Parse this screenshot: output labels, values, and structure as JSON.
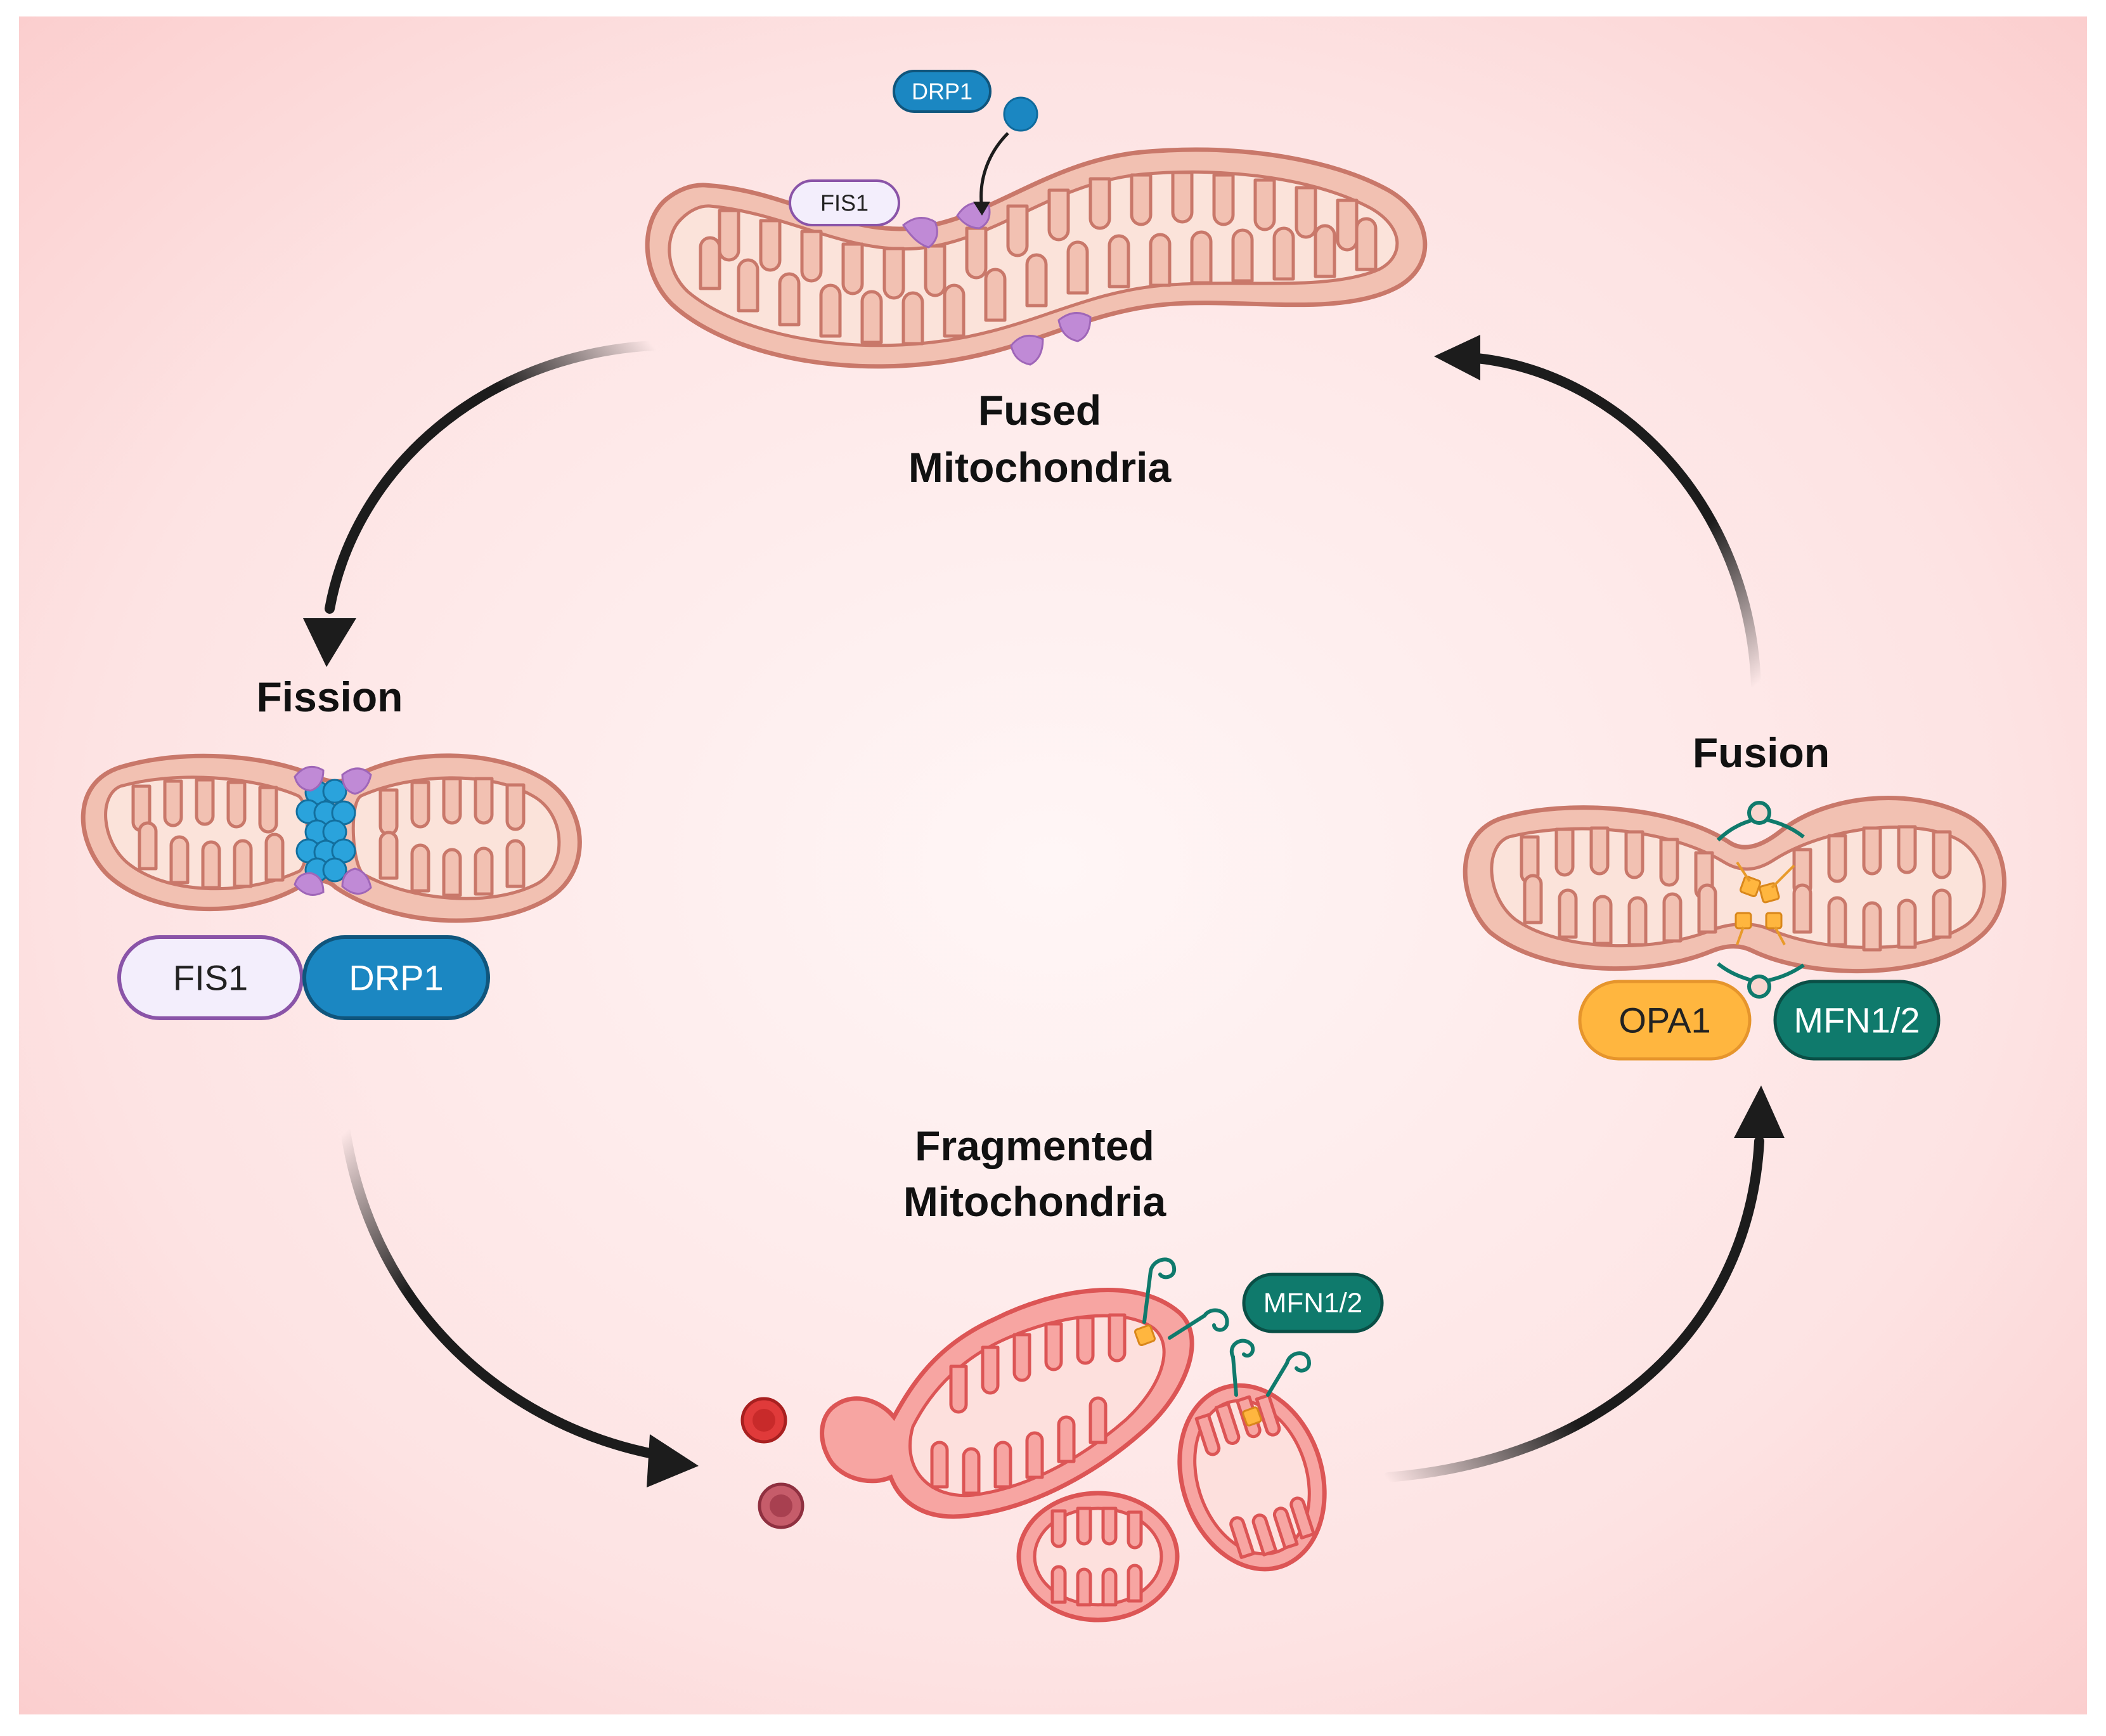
{
  "labels": {
    "fused": [
      "Fused",
      "Mitochondria"
    ],
    "fission": "Fission",
    "fusion": "Fusion",
    "fragmented": [
      "Fragmented",
      "Mitochondria"
    ]
  },
  "tags": {
    "top_drp1": "DRP1",
    "top_fis1": "FIS1",
    "fission_fis1": "FIS1",
    "fission_drp1": "DRP1",
    "fusion_opa1": "OPA1",
    "fusion_mfn": "MFN1/2",
    "fragment_mfn": "MFN1/2"
  },
  "colors": {
    "background_edge": "#fccfcf",
    "background_center": "#fff5f5",
    "mito_membrane": "#d98b7c",
    "mito_fill": "#f5cbbd",
    "mito_matrix": "#fbe4dc",
    "fragment_membrane": "#e56b6b",
    "fragment_fill": "#f7a5a2",
    "fragment_matrix": "#fde0dd",
    "drp1": "#1b87c2",
    "fis1_fill": "#f3eefc",
    "fis1_border": "#8a54a8",
    "fis1_protein": "#c08ad6",
    "opa1": "#ffb63f",
    "mfn": "#0f7a6c",
    "arrow": "#1c1c1c"
  }
}
